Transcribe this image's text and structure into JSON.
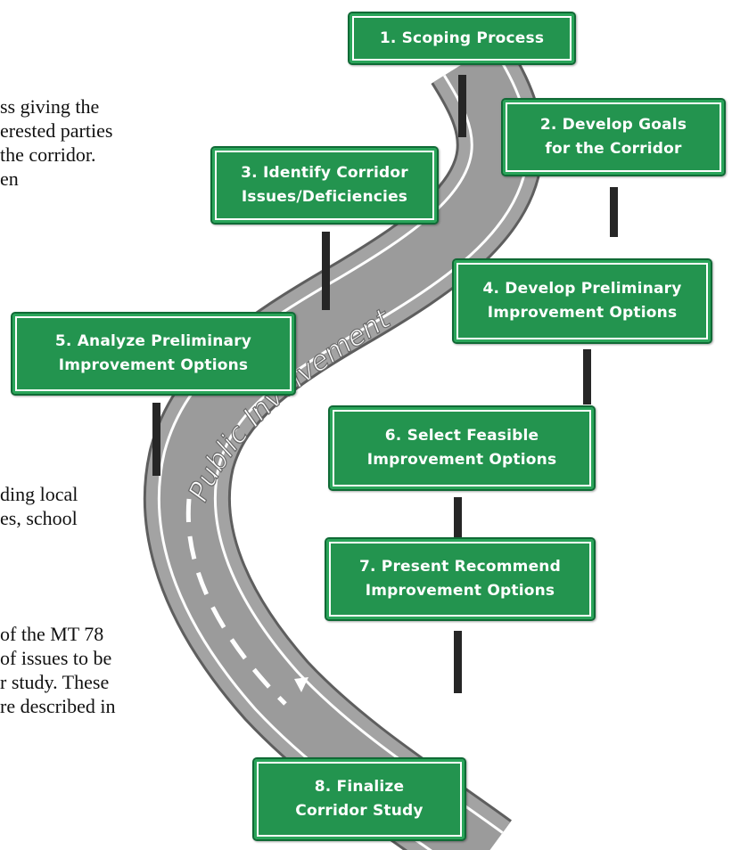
{
  "body_text": {
    "line1": "ss giving the",
    "line2": "erested parties",
    "line3": "the corridor.",
    "line4": "en",
    "line5": "ding local",
    "line6": "es, school",
    "line7": "of the MT 78",
    "line8": "of issues to be",
    "line9": "r study. These",
    "line10": "re described in"
  },
  "road_label": "Public Involvement",
  "colors": {
    "sign_green": "#23944f",
    "road_gray": "#9b9b9b",
    "post": "#262626"
  },
  "steps": [
    {
      "label": "1. Scoping Process"
    },
    {
      "label": "2. Develop Goals\nfor the Corridor"
    },
    {
      "label": "3. Identify Corridor\nIssues/Deficiencies"
    },
    {
      "label": "4. Develop Preliminary\nImprovement Options"
    },
    {
      "label": "5. Analyze Preliminary\nImprovement Options"
    },
    {
      "label": "6. Select Feasible\nImprovement Options"
    },
    {
      "label": "7. Present Recommend\nImprovement Options"
    },
    {
      "label": "8. Finalize\nCorridor Study"
    }
  ]
}
